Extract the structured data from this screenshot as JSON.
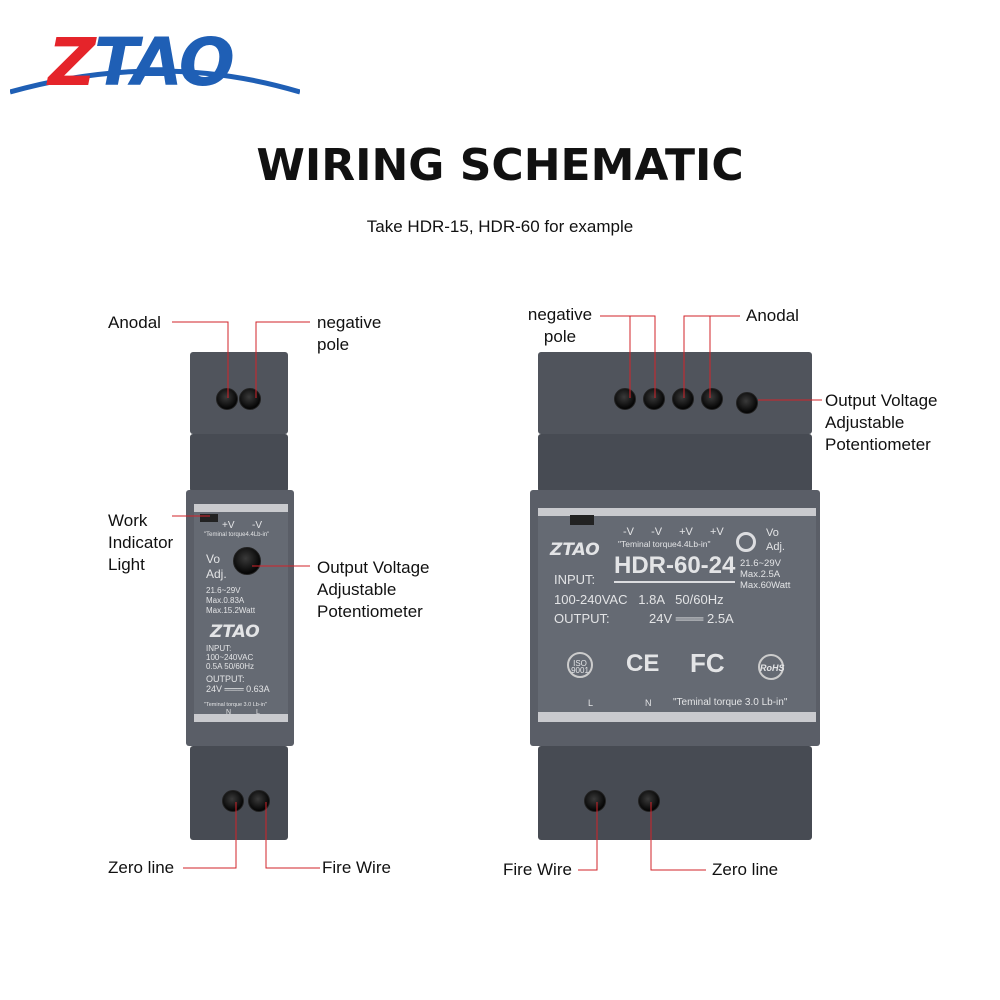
{
  "logo": {
    "brand": "ZTAO"
  },
  "header": {
    "title": "WIRING SCHEMATIC",
    "subtitle": "Take HDR-15, HDR-60 for example"
  },
  "small_device": {
    "labels": {
      "anodal": "Anodal",
      "negative_pole": "negative pole",
      "work_light": "Work Indicator Light",
      "potentiometer": "Output Voltage Adjustable Potentiometer",
      "zero_line": "Zero line",
      "fire_wire": "Fire Wire"
    },
    "panel": {
      "plus_v": "+V",
      "minus_v": "-V",
      "torque_top": "\"Teminal torque4.4Lb-in\"",
      "vo": "Vo",
      "adj": "Adj.",
      "range": "21.6~29V",
      "max_a": "Max.0.83A",
      "max_w": "Max.15.2Watt",
      "brand": "ZTAO",
      "input": "INPUT:",
      "input_v": "100~240VAC",
      "input_a": "0.5A  50/60Hz",
      "output": "OUTPUT:",
      "output_v": "24V ═══ 0.63A",
      "torque_bottom": "\"Teminal torque 3.0 Lb-in\"",
      "n": "N",
      "l": "L"
    }
  },
  "large_device": {
    "labels": {
      "negative_pole": "negative pole",
      "anodal": "Anodal",
      "potentiometer": "Output Voltage Adjustable Potentiometer",
      "fire_wire": "Fire Wire",
      "zero_line": "Zero line"
    },
    "panel": {
      "terminals": [
        "-V",
        "-V",
        "+V",
        "+V"
      ],
      "torque_top": "\"Teminal torque4.4Lb-in\"",
      "brand": "ZTAO",
      "model": "HDR-60-24",
      "vo": "Vo",
      "adj": "Adj.",
      "range": "21.6~29V",
      "max_a": "Max.2.5A",
      "max_w": "Max.60Watt",
      "input": "INPUT:",
      "input_spec": "100-240VAC   1.8A   50/60Hz",
      "output": "OUTPUT:",
      "output_spec": "24V ═══ 2.5A",
      "certs": [
        "ISO 9001",
        "CE",
        "FC",
        "RoHS"
      ],
      "l": "L",
      "n": "N",
      "torque_bottom": "\"Teminal torque 3.0 Lb-in\""
    }
  },
  "colors": {
    "leader_line": "#d2232a",
    "logo_red": "#e5242a",
    "logo_blue": "#1f5fb5"
  }
}
